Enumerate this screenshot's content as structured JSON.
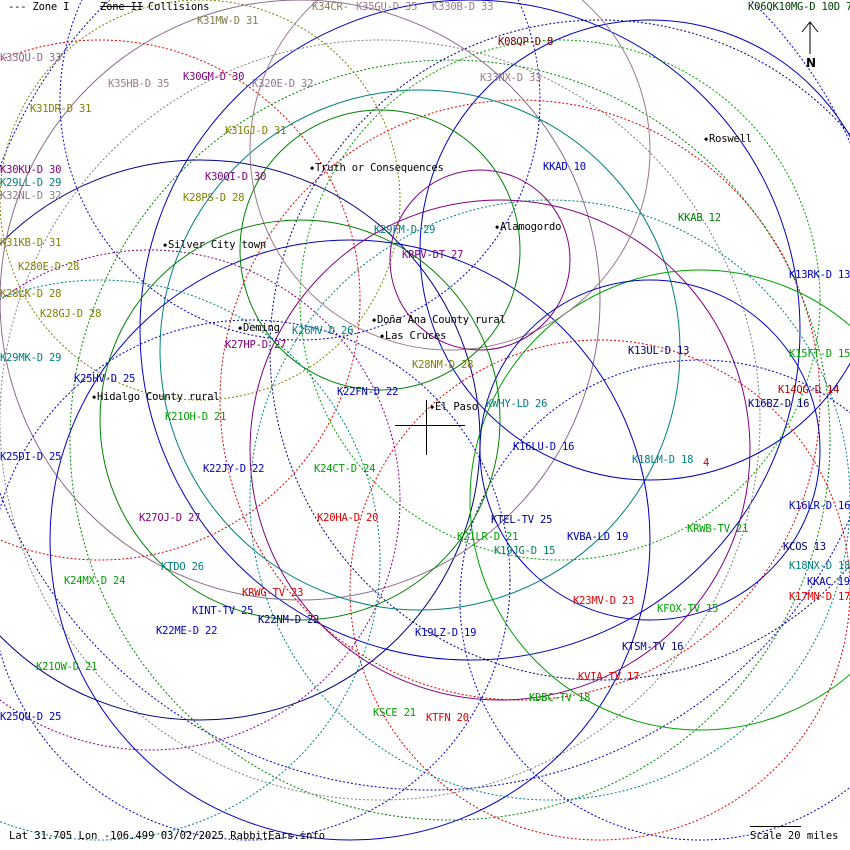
{
  "legend": {
    "zone1": "--- Zone I",
    "zone2": "Zone II",
    "collisions": "Collisions"
  },
  "compass": {
    "letter": "N"
  },
  "footer": {
    "info": "Lat 31.705 Lon -106.499 03/02/2025 RabbitEars.info",
    "scale": "Scale 20 miles"
  },
  "cities": [
    {
      "name": "Roswell"
    },
    {
      "name": "Truth or Consequences"
    },
    {
      "name": "Alamogordo"
    },
    {
      "name": "Silver City town"
    },
    {
      "name": "Doña Ana County rural"
    },
    {
      "name": "Las Cruces"
    },
    {
      "name": "Deming"
    },
    {
      "name": "Hidalgo County rural"
    },
    {
      "name": "El Paso"
    }
  ],
  "stations": [
    {
      "label": "K31MW-D 31",
      "color": "#808050"
    },
    {
      "label": "K34CR-",
      "color": "#8b7a5a"
    },
    {
      "label": "K35GU-D 35",
      "color": "#9a7a8a"
    },
    {
      "label": "K330B-D 33",
      "color": "#9a7a8a"
    },
    {
      "label": "K08QP-D 8",
      "color": "#800000"
    },
    {
      "label": "K33NX-D 33",
      "color": "#9a7a8a"
    },
    {
      "label": "K06QK10MG-D 10D 7",
      "color": "#004000"
    },
    {
      "label": "K33QU-D 33",
      "color": "#8b6b8b"
    },
    {
      "label": "K35HB-D 35",
      "color": "#9a7a8a"
    },
    {
      "label": "K30GM-D 30",
      "color": "#800080"
    },
    {
      "label": "K320E-D 32",
      "color": "#8a7a8a"
    },
    {
      "label": "K31DR-D 31",
      "color": "#808000"
    },
    {
      "label": "K31GJ-D 31",
      "color": "#808000"
    },
    {
      "label": "K30KU-D 30",
      "color": "#800080"
    },
    {
      "label": "K29LL-D 29",
      "color": "#008080"
    },
    {
      "label": "K32NL-D 32",
      "color": "#8a7a8a"
    },
    {
      "label": "K30QI-D 30",
      "color": "#800080"
    },
    {
      "label": "KKAD 10",
      "color": "#0000c0"
    },
    {
      "label": "K28PS-D 28",
      "color": "#808000"
    },
    {
      "label": "KKAB 12",
      "color": "#008000"
    },
    {
      "label": "K29FM-D 29",
      "color": "#008080"
    },
    {
      "label": "K31KB-D 31",
      "color": "#808000"
    },
    {
      "label": "KRPV-DT 27",
      "color": "#800080"
    },
    {
      "label": "K280E-D 28",
      "color": "#808000"
    },
    {
      "label": "K13RK-D 13",
      "color": "#0000c0"
    },
    {
      "label": "K28LK-D 28",
      "color": "#808000"
    },
    {
      "label": "K28GJ-D 28",
      "color": "#808000"
    },
    {
      "label": "K26MV-D 26",
      "color": "#008080"
    },
    {
      "label": "K27HP-D 27",
      "color": "#800080"
    },
    {
      "label": "K29MK-D 29",
      "color": "#008080"
    },
    {
      "label": "K13UL-D 13",
      "color": "#000080"
    },
    {
      "label": "K15FT-D 15",
      "color": "#00a000"
    },
    {
      "label": "K28NM-D 28",
      "color": "#808000"
    },
    {
      "label": "K25HV-D 25",
      "color": "#0000c0"
    },
    {
      "label": "K14QG-D 14",
      "color": "#c00000"
    },
    {
      "label": "K22FN-D 22",
      "color": "#0000c0"
    },
    {
      "label": "KWHY-LD 26",
      "color": "#008080"
    },
    {
      "label": "K16BZ-D 16",
      "color": "#000080"
    },
    {
      "label": "K21OH-D 21",
      "color": "#00a000"
    },
    {
      "label": "K16LU-D 16",
      "color": "#0000c0"
    },
    {
      "label": "K25DI-D 25",
      "color": "#0000c0"
    },
    {
      "label": "K18LM-D 18",
      "color": "#008080"
    },
    {
      "label": "4",
      "color": "#c00000"
    },
    {
      "label": "K22JY-D 22",
      "color": "#0000c0"
    },
    {
      "label": "K24CT-D 24",
      "color": "#00a000"
    },
    {
      "label": "K16LR-D 16",
      "color": "#0000c0"
    },
    {
      "label": "K27OJ-D 27",
      "color": "#800080"
    },
    {
      "label": "K20HA-D 20",
      "color": "#e00000"
    },
    {
      "label": "KTEL-TV 25",
      "color": "#000080"
    },
    {
      "label": "KRWB-TV 21",
      "color": "#00a000"
    },
    {
      "label": "K21LR-D 21",
      "color": "#00a000"
    },
    {
      "label": "K19JG-D 15",
      "color": "#008060"
    },
    {
      "label": "KVBA-LD 19",
      "color": "#0000c0"
    },
    {
      "label": "KCOS 13",
      "color": "#000080"
    },
    {
      "label": "K18NX-D 18",
      "color": "#008080"
    },
    {
      "label": "KTDO 26",
      "color": "#008080"
    },
    {
      "label": "KKAC 19",
      "color": "#0000c0"
    },
    {
      "label": "K24MX-D 24",
      "color": "#00a000"
    },
    {
      "label": "KRWG-TV 23",
      "color": "#e00000"
    },
    {
      "label": "K17MN-D 17",
      "color": "#e00000"
    },
    {
      "label": "K23MV-D 23",
      "color": "#e00000"
    },
    {
      "label": "KINT-TV 25",
      "color": "#0000c0"
    },
    {
      "label": "KFOX-TV 15",
      "color": "#00a000"
    },
    {
      "label": "K22ME-D 22",
      "color": "#0000c0"
    },
    {
      "label": "K22NM-D 22",
      "color": "#000080"
    },
    {
      "label": "K19LZ-D 19",
      "color": "#0000c0"
    },
    {
      "label": "KTSM-TV 16",
      "color": "#000080"
    },
    {
      "label": "K21OW-D 21",
      "color": "#00a000"
    },
    {
      "label": "KVIA-TV 17",
      "color": "#e00000"
    },
    {
      "label": "KDBC-TV 18",
      "color": "#00a000"
    },
    {
      "label": "K25QU-D 25",
      "color": "#0000c0"
    },
    {
      "label": "KSCE 21",
      "color": "#00a000"
    },
    {
      "label": "KTFN 20",
      "color": "#e00000"
    }
  ]
}
